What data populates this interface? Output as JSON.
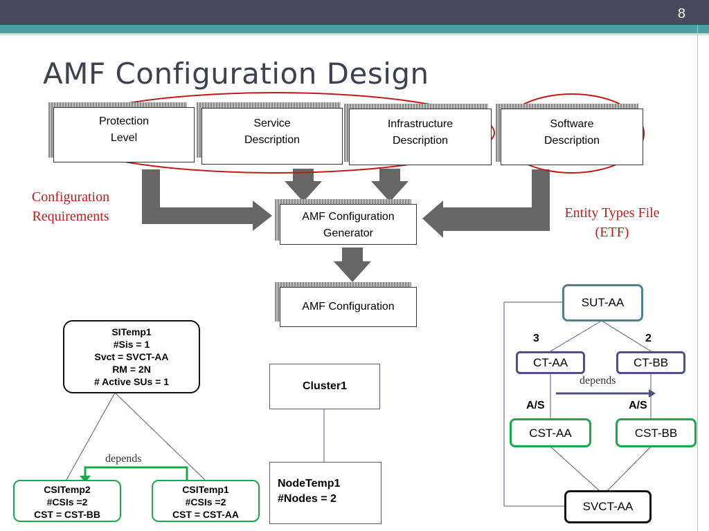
{
  "slide": {
    "page_number": "8",
    "title": "AMF Configuration Design"
  },
  "inputs": {
    "protection_level": "Protection Level",
    "service_description": "Service Description",
    "infrastructure_description": "Infrastructure Description",
    "software_description": "Software Description"
  },
  "generator": "AMF Configuration Generator",
  "output": "AMF Configuration",
  "annotations": {
    "configuration_requirements": "Configuration Requirements",
    "entity_types_file": "Entity Types File (ETF)"
  },
  "left_tree": {
    "si_temp_lines": [
      "SITemp1",
      "#Sis = 1",
      "Svct = SVCT-AA",
      "RM = 2N",
      "# Active SUs  = 1"
    ],
    "csi_temp2_lines": [
      "CSITemp2",
      "#CSIs =2",
      "CST = CST-BB"
    ],
    "csi_temp1_lines": [
      "CSITemp1",
      "#CSIs =2",
      "CST = CST-AA"
    ],
    "depends": "depends"
  },
  "middle_tree": {
    "cluster": "Cluster1",
    "node_temp_lines": [
      "NodeTemp1",
      "#Nodes = 2"
    ]
  },
  "right_tree": {
    "sut": "SUT-AA",
    "ct_aa": "CT-AA",
    "ct_bb": "CT-BB",
    "cst_aa": "CST-AA",
    "cst_bb": "CST-BB",
    "svct": "SVCT-AA",
    "count_left": "3",
    "count_right": "2",
    "as_left": "A/S",
    "as_right": "A/S",
    "depends": "depends"
  },
  "colors": {
    "ellipse": "#c01a1a",
    "arrow": "#666666",
    "teal": "#4f8285",
    "navy": "#4f4f80",
    "green": "#19a84a"
  }
}
